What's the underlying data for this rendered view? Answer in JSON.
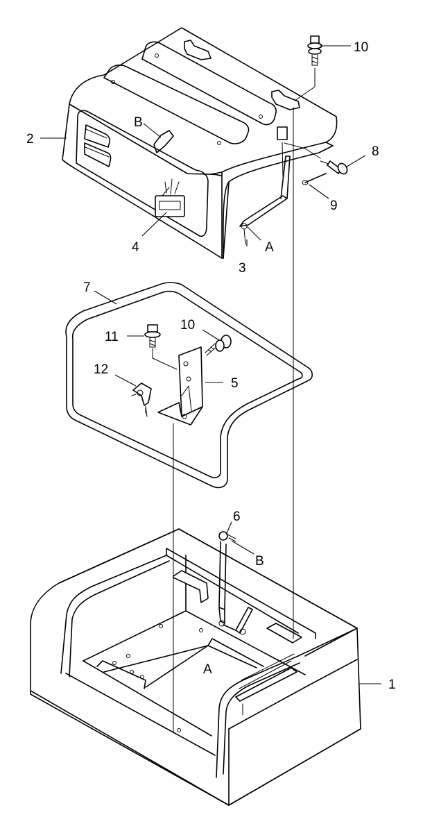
{
  "callouts": {
    "c1": "1",
    "c2": "2",
    "c3": "3",
    "c4": "4",
    "c5": "5",
    "c6": "6",
    "c7": "7",
    "c8": "8",
    "c9": "9",
    "c10_top": "10",
    "c10_mid": "10",
    "c11": "11",
    "c12": "12",
    "cA_top": "A",
    "cA_bottom": "A",
    "cB_top": "B",
    "cB_bottom": "B"
  },
  "colors": {
    "line": "#000000",
    "background": "#ffffff"
  }
}
